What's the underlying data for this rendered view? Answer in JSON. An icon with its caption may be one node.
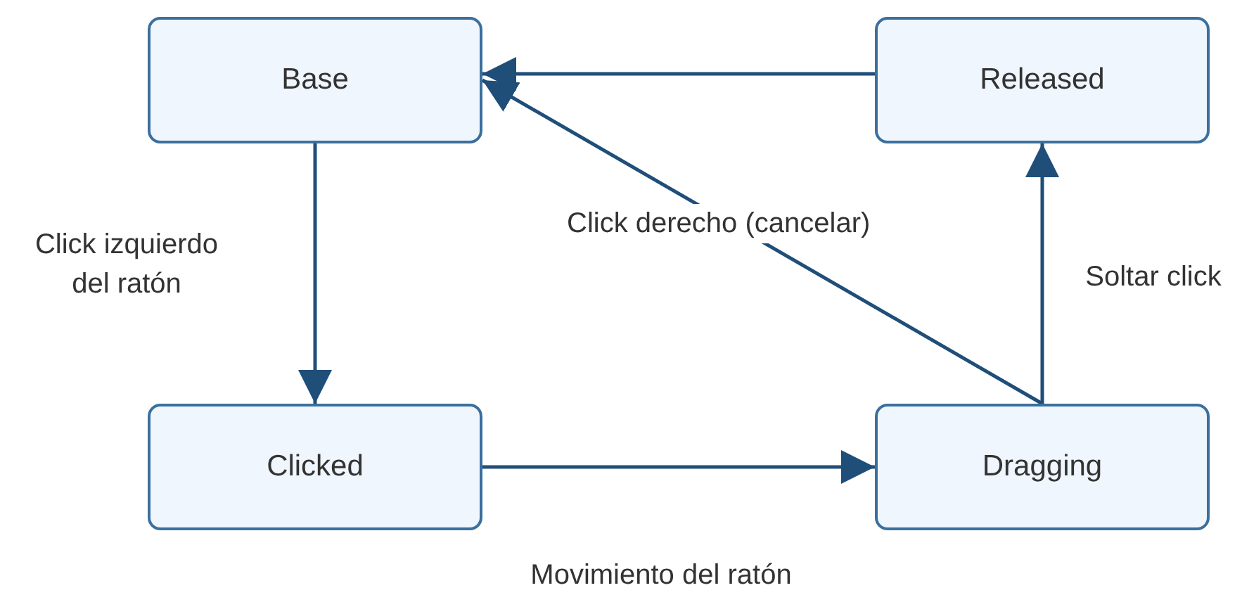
{
  "diagram": {
    "nodes": [
      {
        "text": [
          "Base"
        ]
      },
      {
        "text": [
          "Released"
        ]
      },
      {
        "text": [
          "Clicked"
        ]
      },
      {
        "text": [
          "Dragging"
        ]
      }
    ],
    "edges": [
      {
        "from": 0,
        "to": 2,
        "arrow": "to",
        "label": "Click izquierdo del ratón"
      },
      {
        "from": 2,
        "to": 3,
        "arrow": "to",
        "label": "Movimiento del ratón"
      },
      {
        "from": 3,
        "to": 1,
        "arrow": "to",
        "label": "Soltar click"
      },
      {
        "from": 3,
        "to": 0,
        "arrow": "to",
        "label": "Click derecho (cancelar)"
      },
      {
        "from": 1,
        "to": 0,
        "arrow": "to"
      }
    ]
  }
}
